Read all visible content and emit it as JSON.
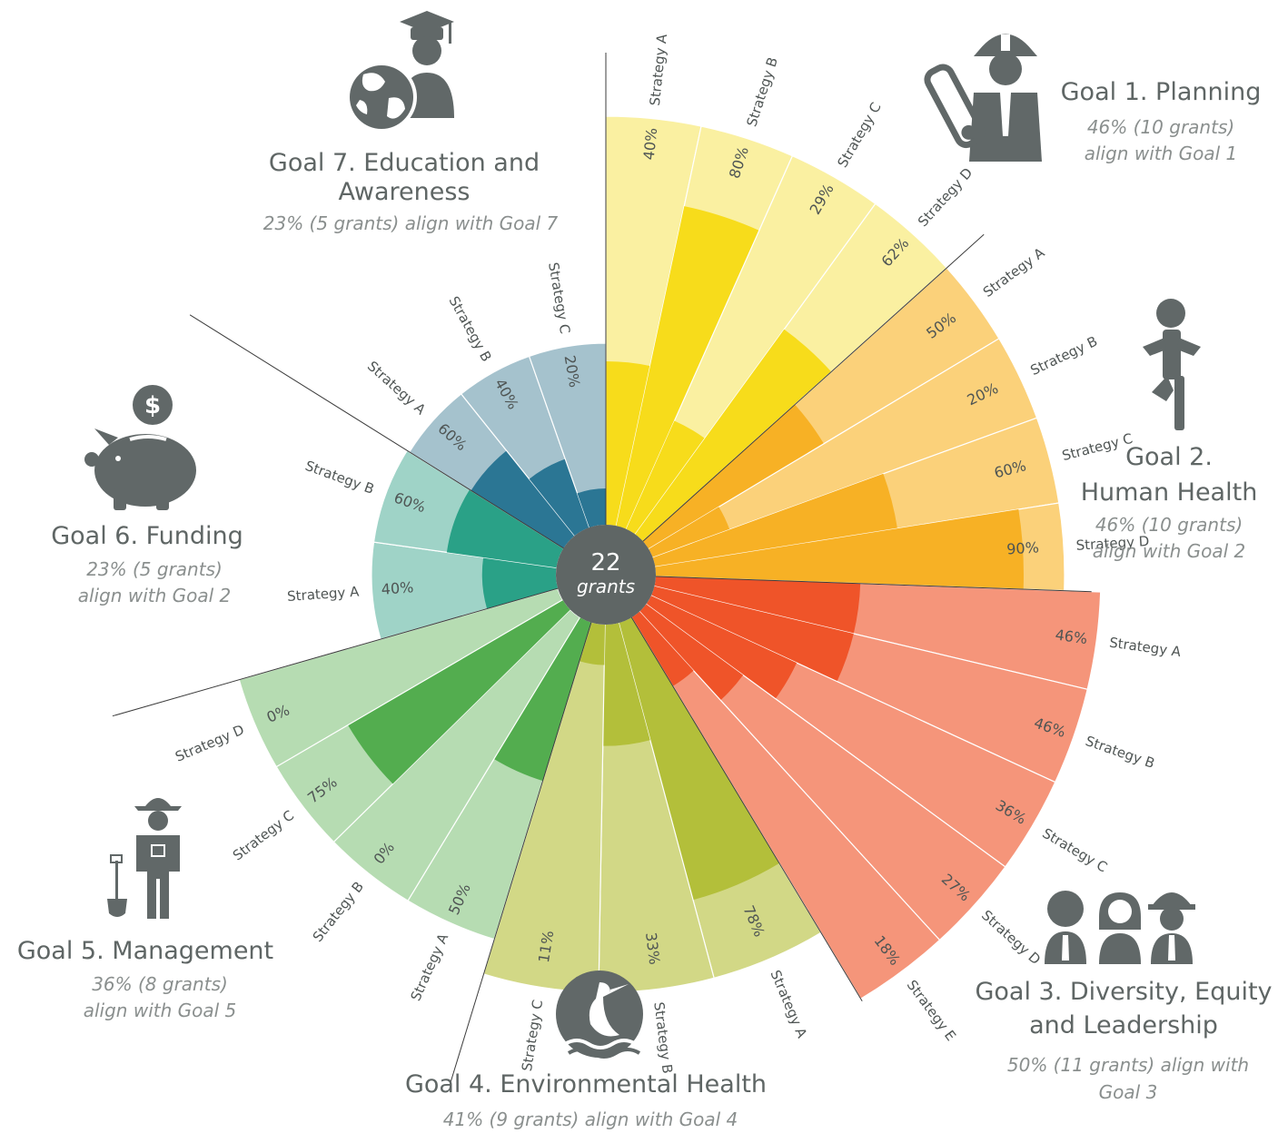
{
  "chart_data": {
    "type": "radial-bar",
    "center": {
      "value": "22",
      "unit": "grants"
    },
    "goals": [
      {
        "id": "goal1",
        "title_lines": [
          "Goal 1. Planning"
        ],
        "subtitle_lines": [
          "46% (10 grants)",
          "align with Goal 1"
        ],
        "icon": "engineer-with-blueprints-icon",
        "base_color": "#f7dc1b",
        "light_color": "#faf0a1",
        "strategies": [
          {
            "label": "Strategy A",
            "value": 40,
            "value_label": "40%"
          },
          {
            "label": "Strategy B",
            "value": 80,
            "value_label": "80%"
          },
          {
            "label": "Strategy C",
            "value": 29,
            "value_label": "29%"
          },
          {
            "label": "Strategy D",
            "value": 62,
            "value_label": "62%"
          }
        ]
      },
      {
        "id": "goal2",
        "title_lines": [
          "Goal 2.",
          "Human Health"
        ],
        "subtitle_lines": [
          "46% (10 grants)",
          "align with Goal 2"
        ],
        "icon": "yoga-person-icon",
        "base_color": "#f7b125",
        "light_color": "#fbd17a",
        "strategies": [
          {
            "label": "Strategy A",
            "value": 50,
            "value_label": "50%"
          },
          {
            "label": "Strategy B",
            "value": 20,
            "value_label": "20%"
          },
          {
            "label": "Strategy C",
            "value": 60,
            "value_label": "60%"
          },
          {
            "label": "Strategy D",
            "value": 90,
            "value_label": "90%"
          }
        ]
      },
      {
        "id": "goal3",
        "title_lines": [
          "Goal 3. Diversity, Equity",
          "and Leadership"
        ],
        "subtitle_lines": [
          "50% (11 grants) align with",
          "Goal 3"
        ],
        "icon": "three-people-icon",
        "base_color": "#ef5429",
        "light_color": "#f5957a",
        "strategies": [
          {
            "label": "Strategy A",
            "value": 46,
            "value_label": "46%"
          },
          {
            "label": "Strategy B",
            "value": 46,
            "value_label": "46%"
          },
          {
            "label": "Strategy C",
            "value": 36,
            "value_label": "36%"
          },
          {
            "label": "Strategy D",
            "value": 27,
            "value_label": "27%"
          },
          {
            "label": "Strategy E",
            "value": 18,
            "value_label": "18%"
          }
        ]
      },
      {
        "id": "goal4",
        "title_lines": [
          "Goal 4. Environmental Health"
        ],
        "subtitle_lines": [
          "41% (9 grants) align with Goal 4"
        ],
        "icon": "heron-icon",
        "base_color": "#b3bf3a",
        "light_color": "#d2d886",
        "strategies": [
          {
            "label": "Strategy A",
            "value": 78,
            "value_label": "78%"
          },
          {
            "label": "Strategy B",
            "value": 33,
            "value_label": "33%"
          },
          {
            "label": "Strategy C",
            "value": 11,
            "value_label": "11%"
          }
        ]
      },
      {
        "id": "goal5",
        "title_lines": [
          "Goal 5. Management"
        ],
        "subtitle_lines": [
          "36% (8 grants)",
          "align with Goal 5"
        ],
        "icon": "farmer-with-shovel-icon",
        "base_color": "#53ad4f",
        "light_color": "#b6dcb2",
        "strategies": [
          {
            "label": "Strategy A",
            "value": 50,
            "value_label": "50%"
          },
          {
            "label": "Strategy B",
            "value": 0,
            "value_label": "0%"
          },
          {
            "label": "Strategy C",
            "value": 75,
            "value_label": "75%"
          },
          {
            "label": "Strategy D",
            "value": 0,
            "value_label": "0%"
          }
        ]
      },
      {
        "id": "goal6",
        "title_lines": [
          "Goal 6. Funding"
        ],
        "subtitle_lines": [
          "23% (5 grants)",
          "align with Goal 2"
        ],
        "icon": "piggy-bank-icon",
        "base_color": "#2aa187",
        "light_color": "#9fd3c7",
        "strategies": [
          {
            "label": "Strategy A",
            "value": 40,
            "value_label": "40%"
          },
          {
            "label": "Strategy B",
            "value": 60,
            "value_label": "60%"
          }
        ]
      },
      {
        "id": "goal7",
        "title_lines": [
          "Goal 7. Education and",
          "Awareness"
        ],
        "subtitle_lines": [
          "23% (5 grants) align with Goal 7"
        ],
        "icon": "graduate-globe-icon",
        "base_color": "#2b7694",
        "light_color": "#a5c2cd",
        "strategies": [
          {
            "label": "Strategy A",
            "value": 60,
            "value_label": "60%"
          },
          {
            "label": "Strategy B",
            "value": 40,
            "value_label": "40%"
          },
          {
            "label": "Strategy C",
            "value": 20,
            "value_label": "20%"
          }
        ]
      }
    ],
    "colors": {
      "icon": "#616868",
      "divider": "#3d3d3d",
      "center": "#5f6665",
      "title": "#5f6665",
      "subtitle": "#8a8f8e"
    }
  }
}
